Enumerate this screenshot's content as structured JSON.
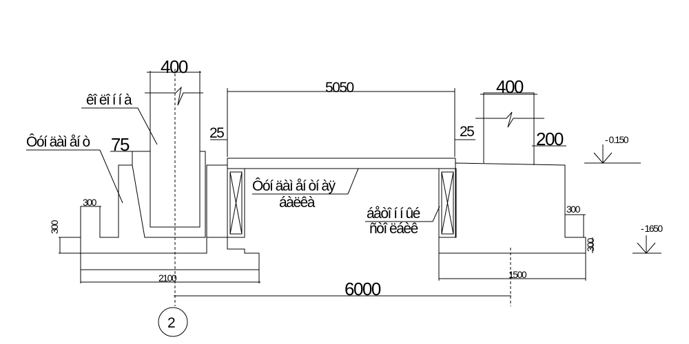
{
  "labels": {
    "wall_top": "êî ëî í í à",
    "foundation_left": "Ôóí äàì åí ò",
    "foundation_beam_1": "Ôóí äàì åí òí àÿ",
    "foundation_beam_2": "áàëêà",
    "concrete_post_1": "áåòî í í ûé",
    "concrete_post_2": "ñòî ëáèê"
  },
  "dimensions": {
    "col_left_width": "400",
    "span": "5050",
    "col_right_width": "400",
    "left_gap": "25",
    "right_gap": "25",
    "offset_75": "75",
    "offset_200": "200",
    "level_top": "- 0.150",
    "level_bottom": "- 1650",
    "left_step_w": "300",
    "left_step_h": "300",
    "right_step_w": "300",
    "right_step_h": "300",
    "left_footing": "2100",
    "axis_distance": "6000",
    "right_footing": "1500"
  },
  "axis": {
    "label": "2"
  }
}
